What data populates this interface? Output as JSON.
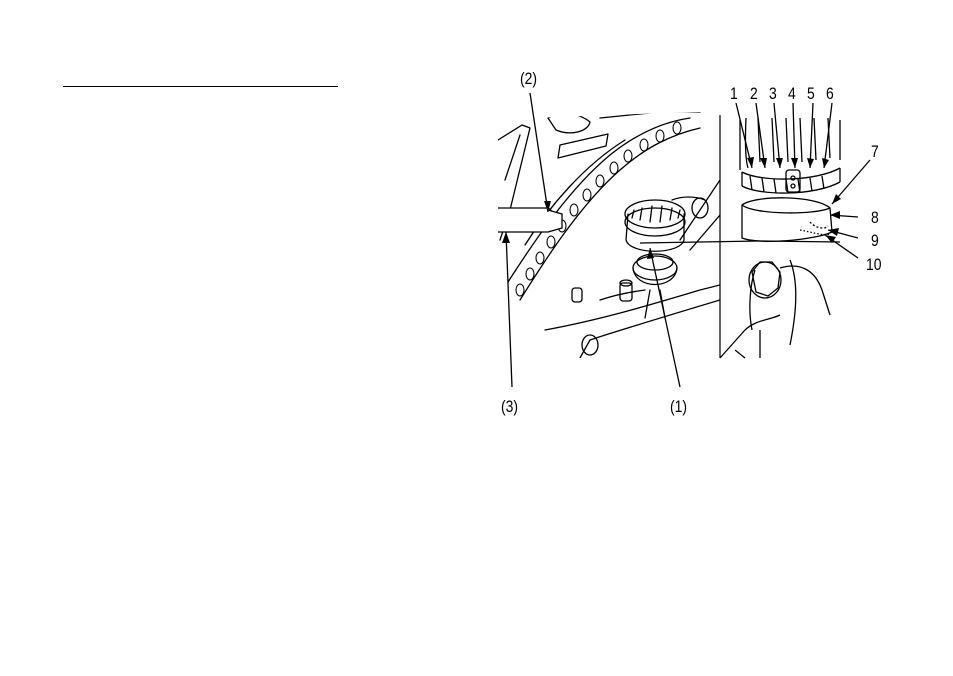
{
  "callouts": {
    "c1": "(1)",
    "c2": "(2)",
    "c3": "(3)"
  },
  "scale": [
    "1",
    "2",
    "3",
    "4",
    "5",
    "6",
    "7",
    "8",
    "9",
    "10"
  ]
}
